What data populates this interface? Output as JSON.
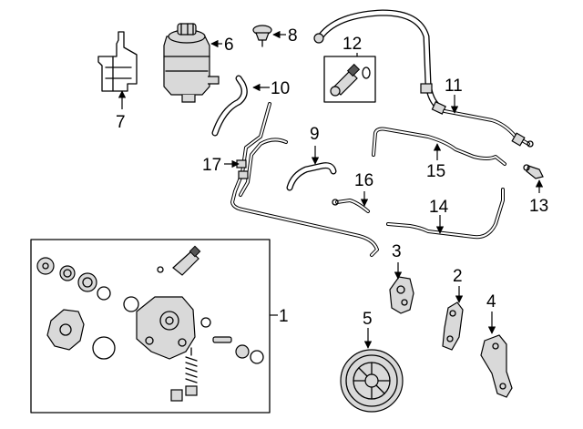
{
  "callouts": {
    "c1": "1",
    "c2": "2",
    "c3": "3",
    "c4": "4",
    "c5": "5",
    "c6": "6",
    "c7": "7",
    "c8": "8",
    "c9": "9",
    "c10": "10",
    "c11": "11",
    "c12": "12",
    "c13": "13",
    "c14": "14",
    "c15": "15",
    "c16": "16",
    "c17": "17"
  },
  "colors": {
    "line": "#000000",
    "background": "#ffffff",
    "shade": "#d9d9d9"
  }
}
